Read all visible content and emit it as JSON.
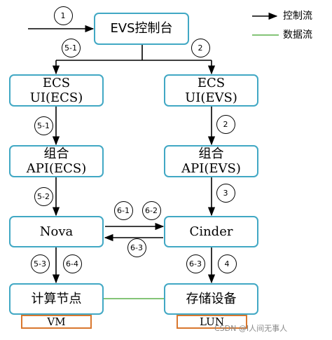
{
  "nodes": {
    "evs_console": "EVS控制台",
    "ecs_ui_line1": "ECS",
    "ecs_ui_line2": "UI(ECS)",
    "evs_ui_line1": "ECS",
    "evs_ui_line2": "UI(EVS)",
    "combo_ecs_line1": "组合",
    "combo_ecs_line2": "API(ECS)",
    "combo_evs_line1": "组合",
    "combo_evs_line2": "API(EVS)",
    "nova": "Nova",
    "cinder": "Cinder",
    "compute_node": "计算节点",
    "storage_device": "存储设备",
    "vm": "VM",
    "lun": "LUN"
  },
  "badges": {
    "start": "1",
    "to_ecs_ui": "5-1",
    "to_evs_ui": "2",
    "ecs_ui_to_api": "5-1",
    "evs_ui_to_api": "2",
    "api_to_nova": "5-2",
    "api_to_cinder": "3",
    "nova_to_cinder_a": "6-1",
    "nova_to_cinder_b": "6-2",
    "cinder_to_nova": "6-3",
    "nova_to_compute_a": "5-3",
    "nova_to_compute_b": "6-4",
    "cinder_to_storage_a": "6-3",
    "cinder_to_storage_b": "4"
  },
  "legend": {
    "control_flow": "控制流",
    "data_flow": "数据流"
  },
  "colors": {
    "box_border": "#41a8c4",
    "tag_border": "#d9772e",
    "control_flow": "#000000",
    "data_flow": "#5bb04a"
  },
  "watermark": "CSDN @I人间无事人"
}
